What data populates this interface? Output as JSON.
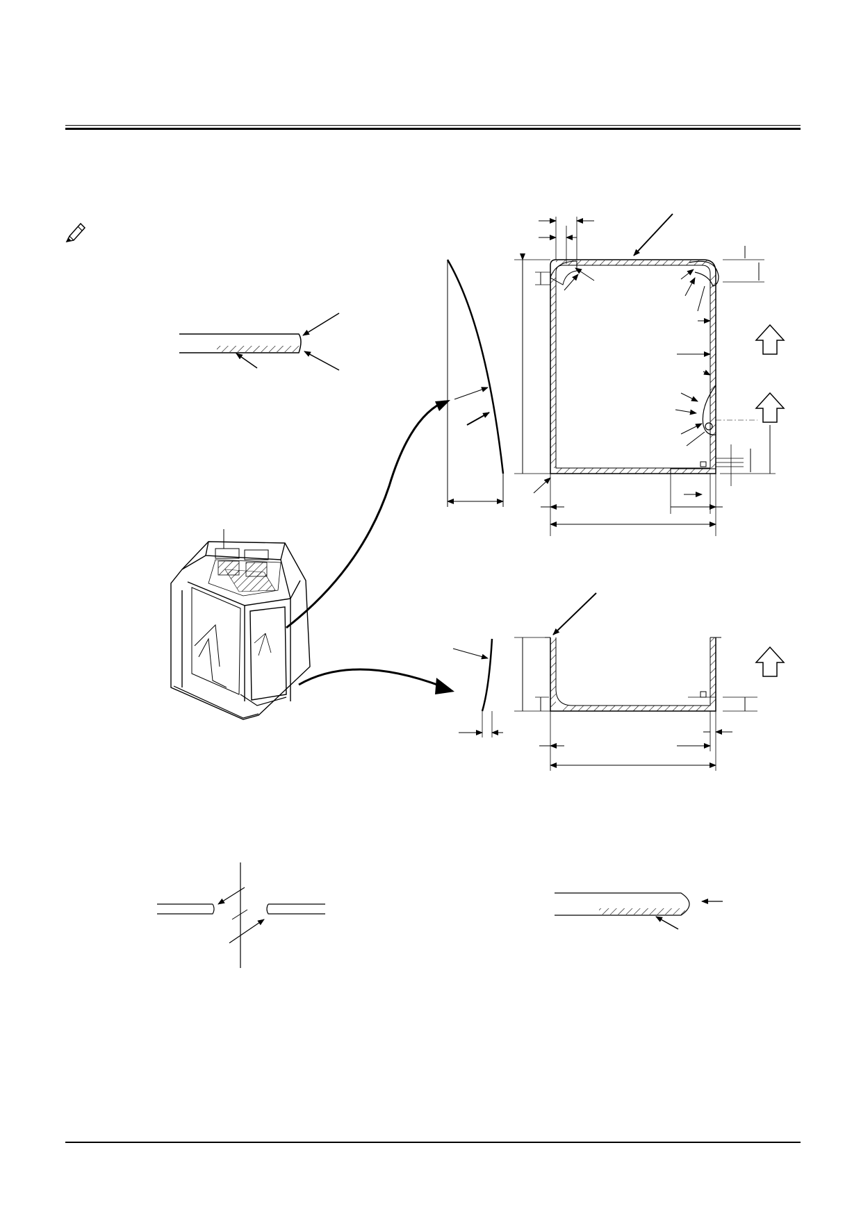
{
  "figure": {
    "note_icon": "pencil-note-icon",
    "views": [
      "edge-detail-top-left",
      "front-window-section",
      "lower-window-section",
      "cab-isometric",
      "joint-detail",
      "edge-detail-bottom-right"
    ]
  }
}
